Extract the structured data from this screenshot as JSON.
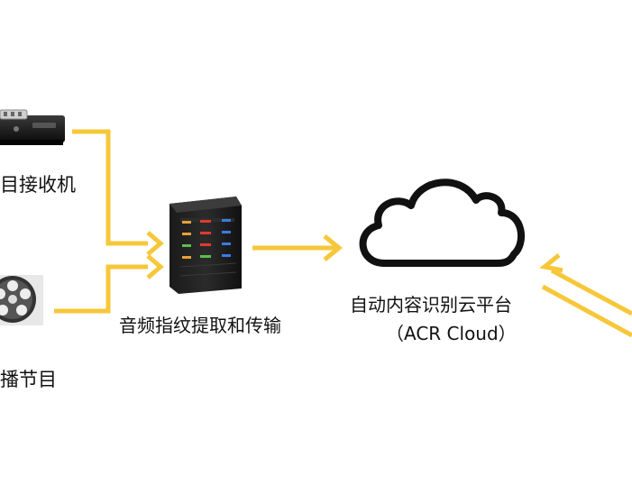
{
  "labels": {
    "receiver": "目接收机",
    "broadcast": "播节目",
    "fingerprint": "音频指纹提取和传输",
    "cloud_line1": "自动内容识别云平台",
    "cloud_line2": "（ACR Cloud）"
  },
  "icons": {
    "receiver": "set-top-box-icon",
    "broadcast": "film-reel-icon",
    "server": "server-icon",
    "cloud": "cloud-icon"
  },
  "colors": {
    "arrow": "#F7C73A",
    "text": "#111111",
    "cloud_stroke": "#111111"
  }
}
